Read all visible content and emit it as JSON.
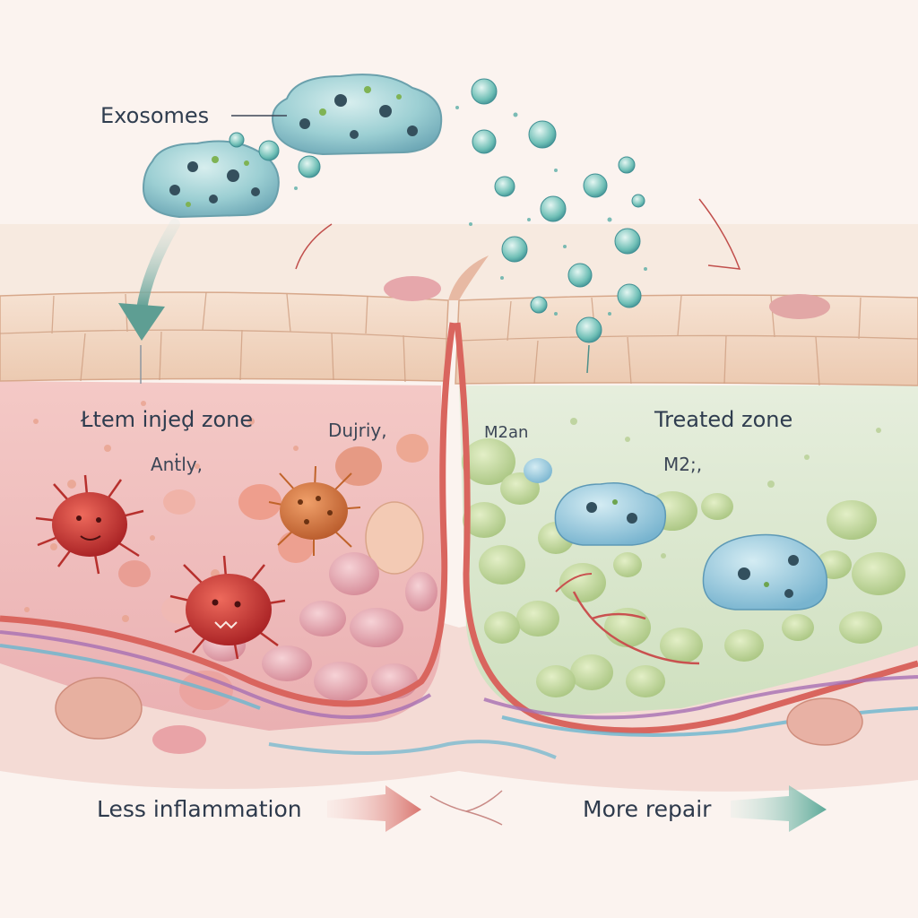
{
  "labels": {
    "exosomes": "Exosomes",
    "left_zone": "Łtem injeḑ zone",
    "left_sub_1": "Anṫly,",
    "left_sub_2": "Dujriy,",
    "right_sub_1": "M2an",
    "treated_zone": "Treated zone",
    "right_sub_2": "M2;,",
    "less_inflammation": "Less inflammation",
    "more_repair": "More repair"
  },
  "colors": {
    "background": "#fbf3ef",
    "skin_surface": "#f2d6c0",
    "injured_zone": "#f1c6c4",
    "treated_zone": "#dfe9d3",
    "exosome": "#a9d6d8",
    "inflammatory_cell": "#c8302b",
    "activated_cell": "#d3743b",
    "healthy_cell": "#bcd395",
    "vessel_red": "#d9655e",
    "vessel_blue": "#6ab7cf",
    "arrow_left": "#d9756f",
    "arrow_right": "#5daa99",
    "arrow_down": "#5e9e93"
  },
  "icons": {
    "exosome_cluster": "exosome-cluster-icon",
    "inflammatory_cell": "spiky-cell-icon",
    "arrow": "arrow-icon"
  }
}
